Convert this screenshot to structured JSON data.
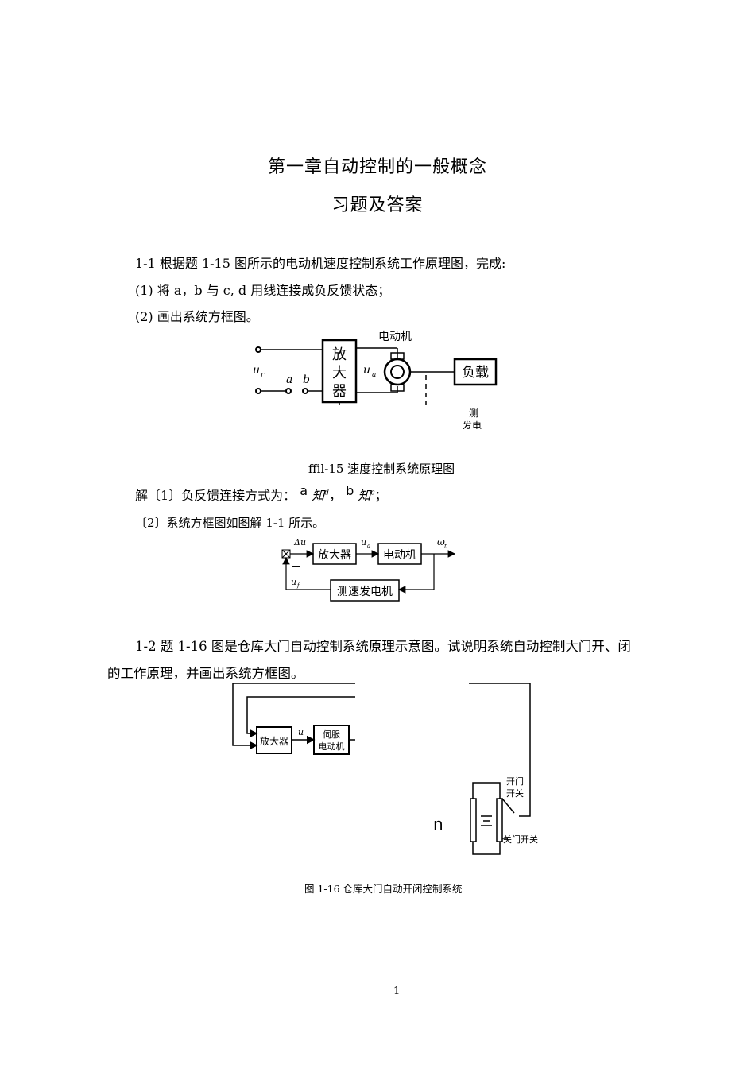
{
  "title": "第一章自动控制的一般概念",
  "subtitle": "习题及答案",
  "q1": {
    "line1": "1-1 根据题 1-15 图所示的电动机速度控制系统工作原理图，完成:",
    "line2": "(1) 将 a，b 与 c, d 用线连接成负反馈状态；",
    "line3": "(2) 画出系统方框图。"
  },
  "fig115": {
    "motor_label": "电动机",
    "amp_label": "放大器",
    "load_label": "负载",
    "ur": "u",
    "ur_sub": "r",
    "ua": "u",
    "ua_sub": "a",
    "a": "a",
    "b": "b",
    "tach_partial_1": "测",
    "tach_partial_2": "发电",
    "caption": "ffil-15 速度控制系统原理图"
  },
  "answer": {
    "line1_prefix": "解〔1〕负反馈连接方式为：",
    "a": "a",
    "know1": "知",
    "d": "d",
    "comma": "，",
    "b": "b",
    "know2": "知",
    "c": "c",
    "semi": "；",
    "line2": "〔2〕系统方框图如图解 1-1 所示。"
  },
  "block1": {
    "du": "Δu",
    "amp": "放大器",
    "ua": "u",
    "ua_sub": "a",
    "motor": "电动机",
    "wn": "ω",
    "wn_sub": "n",
    "minus": "−",
    "uf": "u",
    "uf_sub": "f",
    "tach": "测速发电机"
  },
  "q2": {
    "line1": "1-2 题 1-16 图是仓库大门自动控制系统原理示意图。试说明系统自动控制大门开、闭",
    "line2": "的工作原理，并画出系统方框图。"
  },
  "fig116": {
    "amp": "放大器",
    "u": "u",
    "servo_line1": "伺服",
    "servo_line2": "电动机",
    "open_line1": "开门",
    "open_line2": "开关",
    "close": "关门开关",
    "n": "n",
    "caption": "图 1-16 仓库大门自动开闭控制系统"
  },
  "page_number": "1"
}
